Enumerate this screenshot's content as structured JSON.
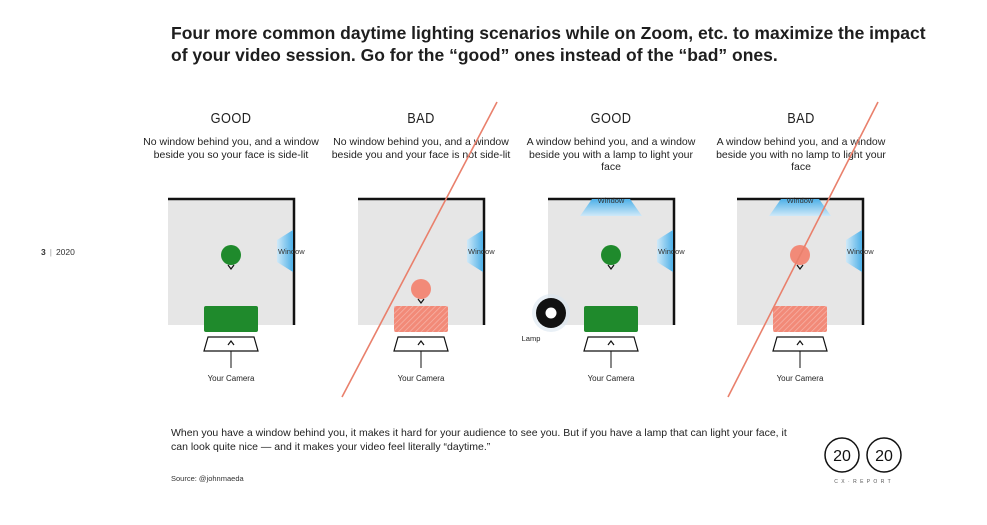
{
  "headline": "Four more common daytime lighting scenarios while on Zoom, etc. to maximize the impact of your video session. Go for the “good” ones instead of the “bad” ones.",
  "page": {
    "number": "3",
    "year": "2020"
  },
  "scenarios": [
    {
      "verdict": "GOOD",
      "description": "No window behind you, and a window beside you so your face is side-lit"
    },
    {
      "verdict": "BAD",
      "description": "No window behind you, and a window beside you and your face is not side-lit"
    },
    {
      "verdict": "GOOD",
      "description": "A window behind you, and a window beside you with a lamp to light your face"
    },
    {
      "verdict": "BAD",
      "description": "A window behind you, and a window beside you with no lamp to light your face"
    }
  ],
  "labels": {
    "window": "Window",
    "camera": "Your Camera",
    "lamp": "Lamp"
  },
  "footer": "When you have a window behind you, it makes it hard for your audience to see you. But if you have a lamp that can light your face, it can look quite nice — and it makes your video feel literally “daytime.”",
  "source": "Source: @johnmaeda",
  "logo": {
    "left": "20",
    "right": "20",
    "tagline": "C X · R E P O R T"
  },
  "colors": {
    "good": "#1f8a2c",
    "bad": "#f28a78",
    "strike": "#e9806c",
    "window": "#4db0e8",
    "room": "#e6e6e6"
  }
}
